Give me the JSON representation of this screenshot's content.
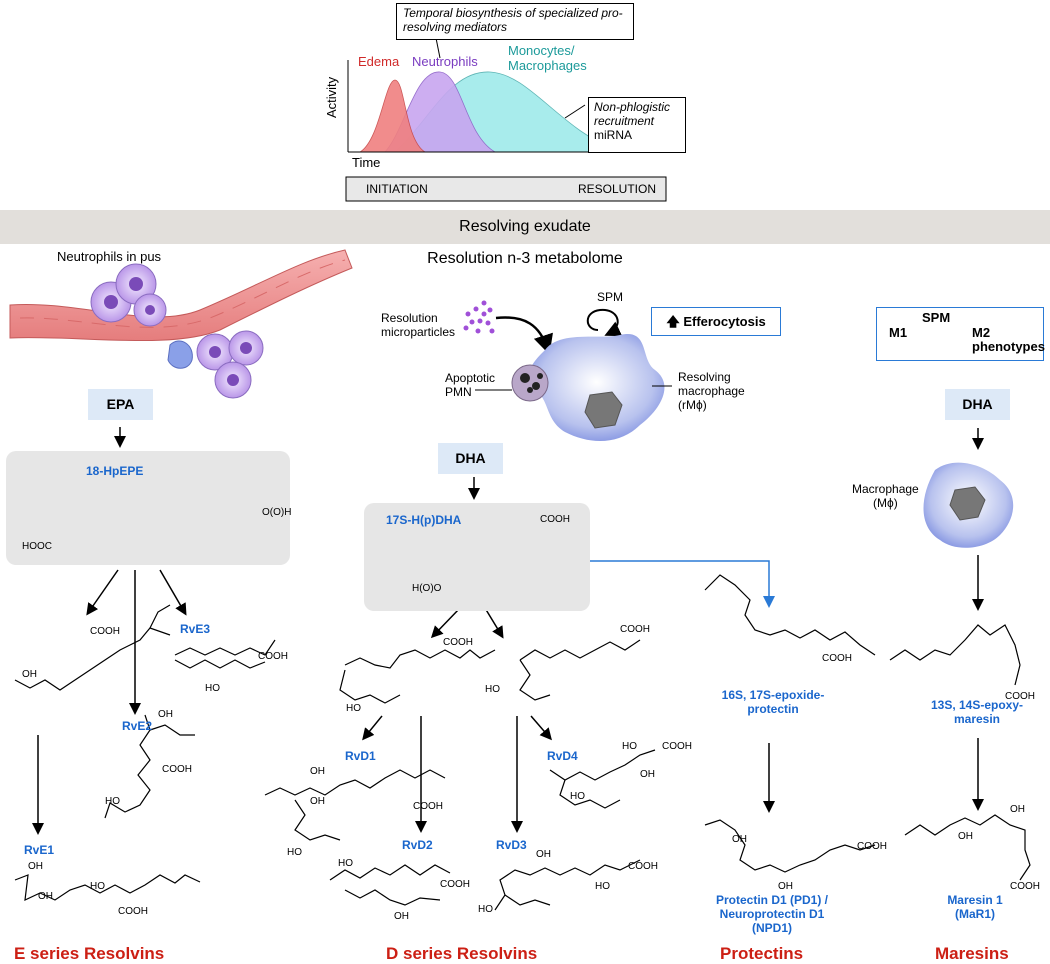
{
  "timeline": {
    "callout_top": "Temporal biosynthesis of specialized pro-resolving mediators",
    "edema": "Edema",
    "neutrophils": "Neutrophils",
    "monocytes": "Monocytes/\nMacrophages",
    "callout_right": "Non-phlogistic recruitment",
    "mirna": "miRNA",
    "y_label": "Activity",
    "x_label": "Time",
    "initiation": "INITIATION",
    "resolution": "RESOLUTION",
    "colors": {
      "edema": "#f08080",
      "neutrophils": "#c8a6f0",
      "monocytes": "#a8ecec"
    }
  },
  "banner": "Resolving exudate",
  "subtitle": "Resolution n-3 metabolome",
  "left": {
    "pus_label": "Neutrophils in pus",
    "epa": "EPA",
    "hpepe": "18-HpEPE",
    "hooc": "HOOC",
    "ooh": "O(O)H",
    "rve3": "RvE3",
    "rve2": "RvE2",
    "rve1": "RvE1"
  },
  "center": {
    "microparticles": "Resolution\nmicroparticles",
    "spm": "SPM",
    "efferocytosis": "Efferocytosis",
    "apoptotic": "Apoptotic\nPMN",
    "resolving": "Resolving\nmacrophage\n(rMϕ)",
    "dha": "DHA",
    "hdha": "17S-H(p)DHA",
    "hooh": "H(O)O",
    "rvd1": "RvD1",
    "rvd2": "RvD2",
    "rvd3": "RvD3",
    "rvd4": "RvD4"
  },
  "protectin": {
    "epoxide": "16S, 17S-epoxide-\nprotectin",
    "pd1": "Protectin D1 (PD1) /\nNeuroprotectin D1\n(NPD1)"
  },
  "right": {
    "m1": "M1",
    "spm": "SPM",
    "m2": "M2\nphenotypes",
    "dha": "DHA",
    "macrophage": "Macrophage\n(Mϕ)",
    "epoxy": "13S, 14S-epoxy-\nmaresin",
    "mar1": "Maresin 1\n(MaR1)"
  },
  "chem": {
    "cooh": "COOH",
    "oh": "OH",
    "ho": "HO"
  },
  "footer": {
    "e_series": "E series Resolvins",
    "d_series": "D series Resolvins",
    "protectins": "Protectins",
    "maresins": "Maresins"
  }
}
